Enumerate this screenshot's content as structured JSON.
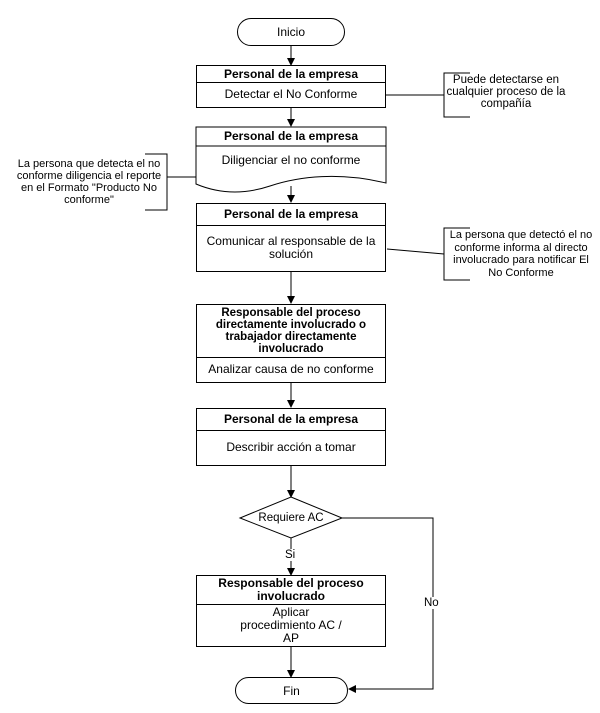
{
  "start": "Inicio",
  "end": "Fin",
  "steps": [
    {
      "role": "Personal de la empresa",
      "activity": "Detectar el No Conforme"
    },
    {
      "role": "Personal de la empresa",
      "activity": "Diligenciar el no conforme"
    },
    {
      "role": "Personal de la empresa",
      "activity": "Comunicar al responsable de la solución"
    },
    {
      "role": "Responsable del proceso directamente involucrado o trabajador directamente involucrado",
      "activity": "Analizar causa de no conforme"
    },
    {
      "role": "Personal de la empresa",
      "activity": "Describir acción a tomar"
    },
    {
      "role": "Responsable del proceso involucrado",
      "activity": "Aplicar procedimiento AC / AP"
    }
  ],
  "decision": {
    "text": "Requiere AC",
    "yes_label": "Si",
    "no_label": "No"
  },
  "notes": [
    "Puede detectarse en cualquier proceso de la compañía",
    "La persona que detecta el no conforme diligencia el reporte en el Formato \"Producto No conforme\"",
    "La persona que detectó el no conforme informa al directo involucrado para notificar El No Conforme"
  ]
}
